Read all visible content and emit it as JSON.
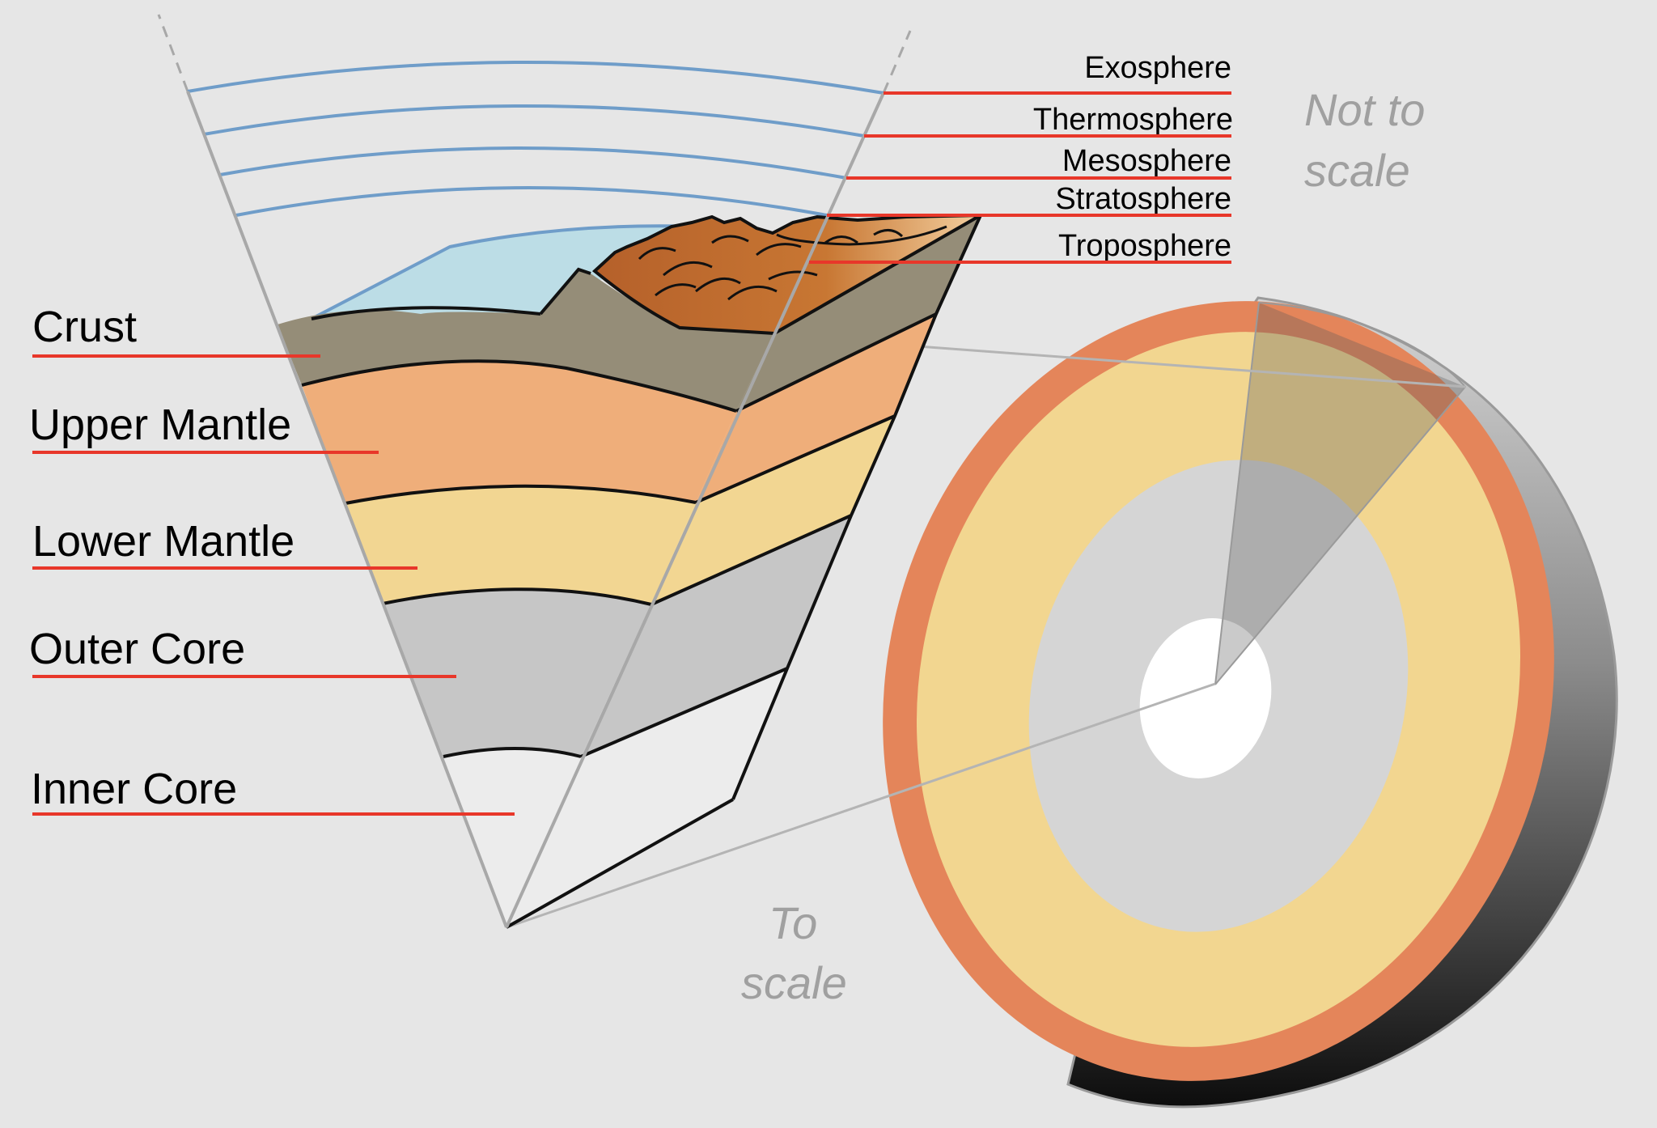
{
  "diagram": {
    "atmosphere_labels": [
      "Exosphere",
      "Thermosphere",
      "Mesosphere",
      "Stratosphere",
      "Troposphere"
    ],
    "interior_labels": [
      "Crust",
      "Upper Mantle",
      "Lower Mantle",
      "Outer Core",
      "Inner Core"
    ],
    "note_not_to_scale": {
      "line1": "Not to",
      "line2": "scale"
    },
    "note_to_scale": {
      "line1": "To",
      "line2": "scale"
    }
  },
  "colors": {
    "background": "#e6e6e6",
    "leader_line": "#e8372a",
    "atmosphere_line": "#6f9dc9",
    "ocean": "#bcdde6",
    "crust": "#958d78",
    "upper_mantle": "#efae7a",
    "lower_mantle": "#f2d692",
    "outer_core": "#c6c6c6",
    "inner_core": "#ececec",
    "mountains": "#b8652a",
    "earth_crust_ring": "#e4855a",
    "earth_mantle": "#f2d690",
    "earth_outer_core": "#d5d5d5",
    "earth_inner_core": "#ffffff",
    "note_text": "#a0a0a0"
  }
}
